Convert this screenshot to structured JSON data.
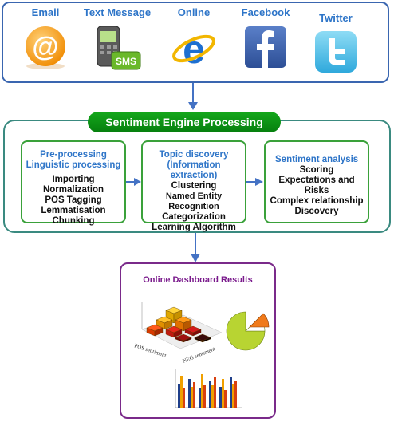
{
  "sources": [
    {
      "label": "Email",
      "icon": "email-at-icon"
    },
    {
      "label": "Text Message",
      "icon": "sms-phone-icon"
    },
    {
      "label": "Online",
      "icon": "browser-e-icon"
    },
    {
      "label": "Facebook",
      "icon": "facebook-icon"
    },
    {
      "label": "Twitter",
      "icon": "twitter-icon"
    }
  ],
  "engine": {
    "title": "Sentiment Engine Processing",
    "steps": [
      {
        "title": [
          "Pre-processing",
          "Linguistic processing"
        ],
        "items": [
          "Importing",
          "Normalization",
          "POS Tagging",
          "Lemmatisation",
          "Chunking"
        ]
      },
      {
        "title": [
          "Topic discovery",
          "(Information extraction)"
        ],
        "items": [
          "Clustering",
          "Named Entity Recognition",
          "Categorization",
          "Learning Algorithm"
        ]
      },
      {
        "title": [
          "Sentiment analysis"
        ],
        "items": [
          "Scoring",
          "Expectations and Risks",
          "Complex relationship",
          "Discovery"
        ]
      }
    ]
  },
  "dashboard": {
    "title": "Online Dashboard Results",
    "axis_labels_3d": [
      "POS sentiment",
      "NEG sentiment"
    ]
  },
  "colors": {
    "frame_blue": "#3a66b0",
    "label_blue": "#2e75c8",
    "engine_green": "#0a8f12",
    "step_border": "#3aa13a",
    "dashboard_purple": "#7a2a8a",
    "arrow": "#4472c4"
  }
}
